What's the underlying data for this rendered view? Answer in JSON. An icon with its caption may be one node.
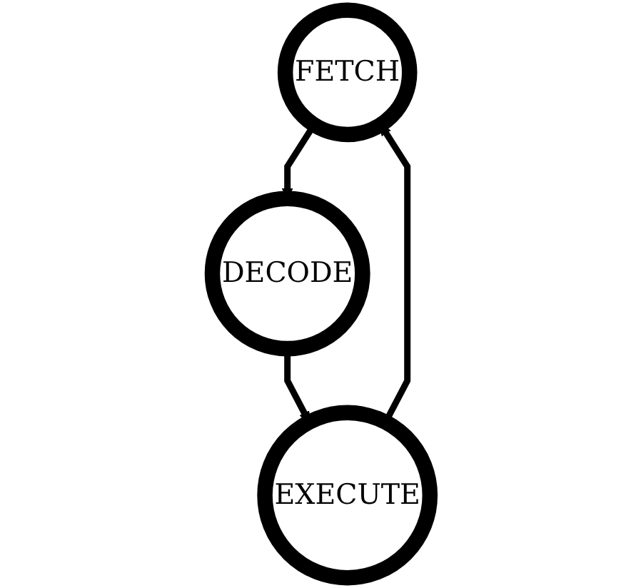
{
  "diagram": {
    "nodes": [
      {
        "text": [
          "FETCH"
        ]
      },
      {
        "text": [
          "DECODE"
        ]
      },
      {
        "text": [
          "EXECUTE"
        ]
      }
    ],
    "edges": [
      {
        "from": 0,
        "to": 1,
        "arrow": "to"
      },
      {
        "from": 1,
        "to": 2,
        "arrow": "to"
      },
      {
        "from": 2,
        "to": 0,
        "arrow": "to"
      }
    ]
  }
}
